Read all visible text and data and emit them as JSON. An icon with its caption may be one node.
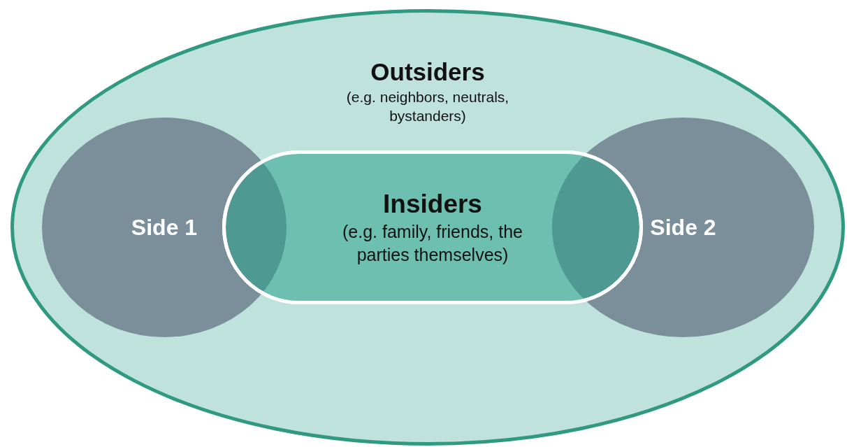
{
  "diagram": {
    "nodes": [
      {
        "text": [
          "Outsiders",
          "(e.g. neighbors, neutrals, bystanders)"
        ]
      },
      {
        "text": [
          "Side 1"
        ],
        "in": 0
      },
      {
        "text": [
          "Insiders",
          "(e.g. family, friends, the parties themselves)"
        ],
        "in": 0
      },
      {
        "text": [
          "Side 2"
        ],
        "in": 0
      }
    ],
    "edges": []
  }
}
